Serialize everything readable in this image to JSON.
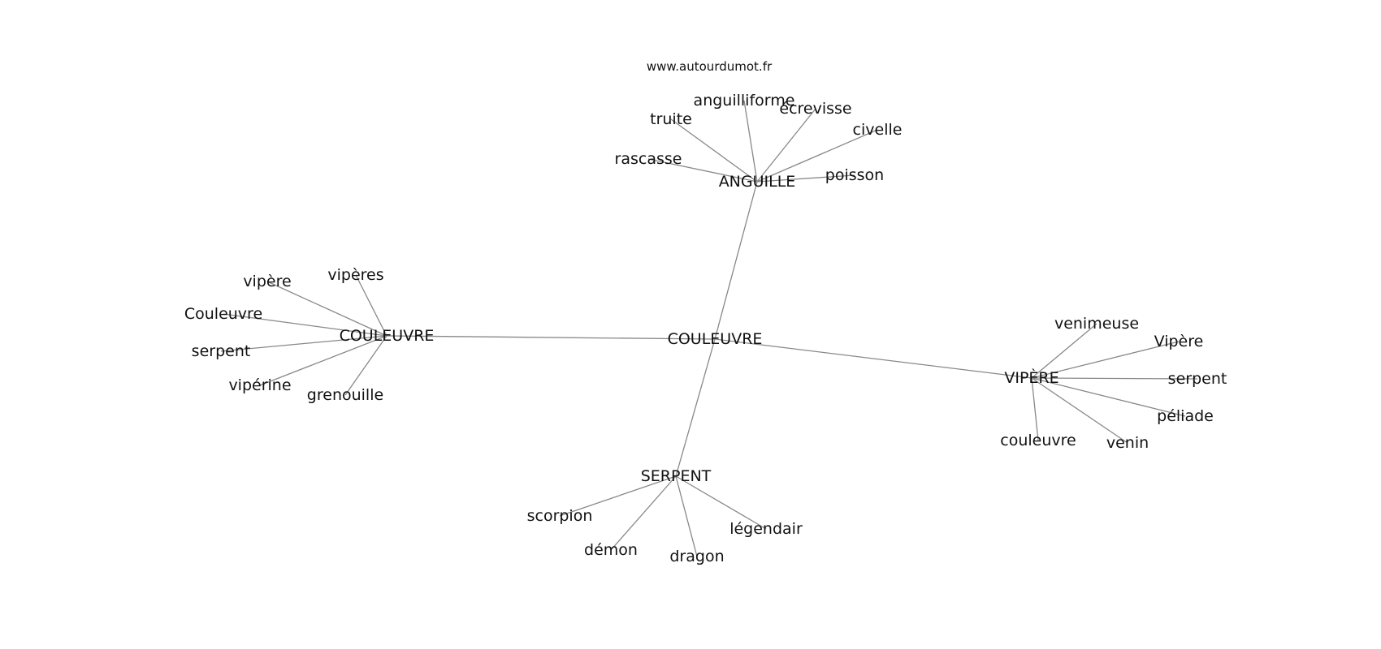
{
  "watermark": "www.autourdumot.fr",
  "colors": {
    "edge": "#888888",
    "text": "#111111",
    "background": "#ffffff"
  },
  "center": {
    "id": "center",
    "label": "COULEUVRE"
  },
  "hubs": [
    {
      "id": "anguille",
      "label": "ANGUILLE",
      "leaves": [
        "anguilliforme",
        "écrevisse",
        "truite",
        "civelle",
        "rascasse",
        "poisson"
      ]
    },
    {
      "id": "couleuvre",
      "label": "COULEUVRE",
      "leaves": [
        "vipères",
        "vipère",
        "Couleuvre",
        "serpent",
        "vipérine",
        "grenouille"
      ]
    },
    {
      "id": "vipere",
      "label": "VIPÈRE",
      "leaves": [
        "venimeuse",
        "Vipère",
        "serpent",
        "péliade",
        "couleuvre",
        "venin"
      ]
    },
    {
      "id": "serpent",
      "label": "SERPENT",
      "leaves": [
        "scorpion",
        "légendair",
        "démon",
        "dragon"
      ]
    }
  ]
}
